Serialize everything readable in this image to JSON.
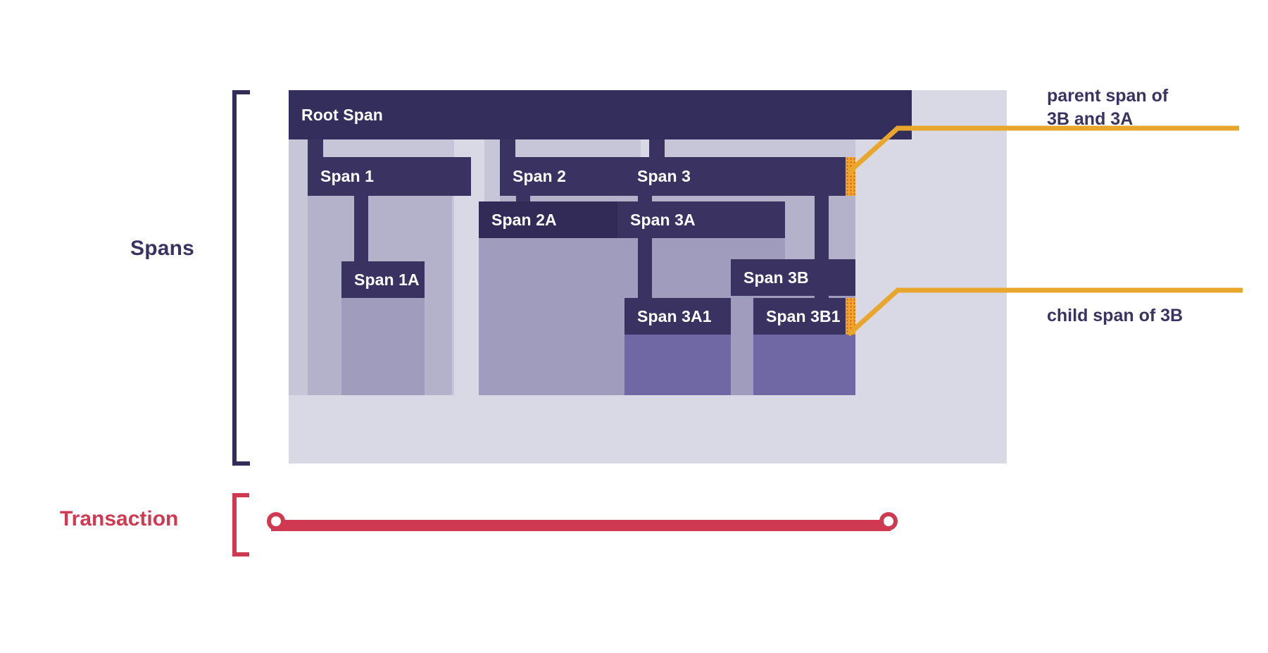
{
  "diagram": {
    "title": "Distributed tracing spans and transaction",
    "colors": {
      "span_fill": "#3a3260",
      "canvas": "#d9d9e5",
      "accent_orange": "#f0a62a",
      "transaction_red": "#cf3a52",
      "text_dark": "#3a3260"
    },
    "side_labels": {
      "spans": "Spans",
      "transaction": "Transaction"
    },
    "spans": [
      {
        "id": "root",
        "label": "Root Span",
        "level": 0,
        "parent": null
      },
      {
        "id": "s1",
        "label": "Span 1",
        "level": 1,
        "parent": "root"
      },
      {
        "id": "s1a",
        "label": "Span 1A",
        "level": 2,
        "parent": "s1"
      },
      {
        "id": "s2",
        "label": "Span 2",
        "level": 1,
        "parent": "root"
      },
      {
        "id": "s2a",
        "label": "Span 2A",
        "level": 2,
        "parent": "s2"
      },
      {
        "id": "s3",
        "label": "Span 3",
        "level": 1,
        "parent": "root"
      },
      {
        "id": "s3a",
        "label": "Span 3A",
        "level": 2,
        "parent": "s3"
      },
      {
        "id": "s3a1",
        "label": "Span 3A1",
        "level": 3,
        "parent": "s3a"
      },
      {
        "id": "s3b",
        "label": "Span 3B",
        "level": 2,
        "parent": "s3"
      },
      {
        "id": "s3b1",
        "label": "Span 3B1",
        "level": 3,
        "parent": "s3b"
      }
    ],
    "annotations": [
      {
        "id": "ann-parent",
        "text": "parent span of\n3B and 3A",
        "target": "s3"
      },
      {
        "id": "ann-child",
        "text": "child span of 3B",
        "target": "s3b1"
      }
    ]
  }
}
